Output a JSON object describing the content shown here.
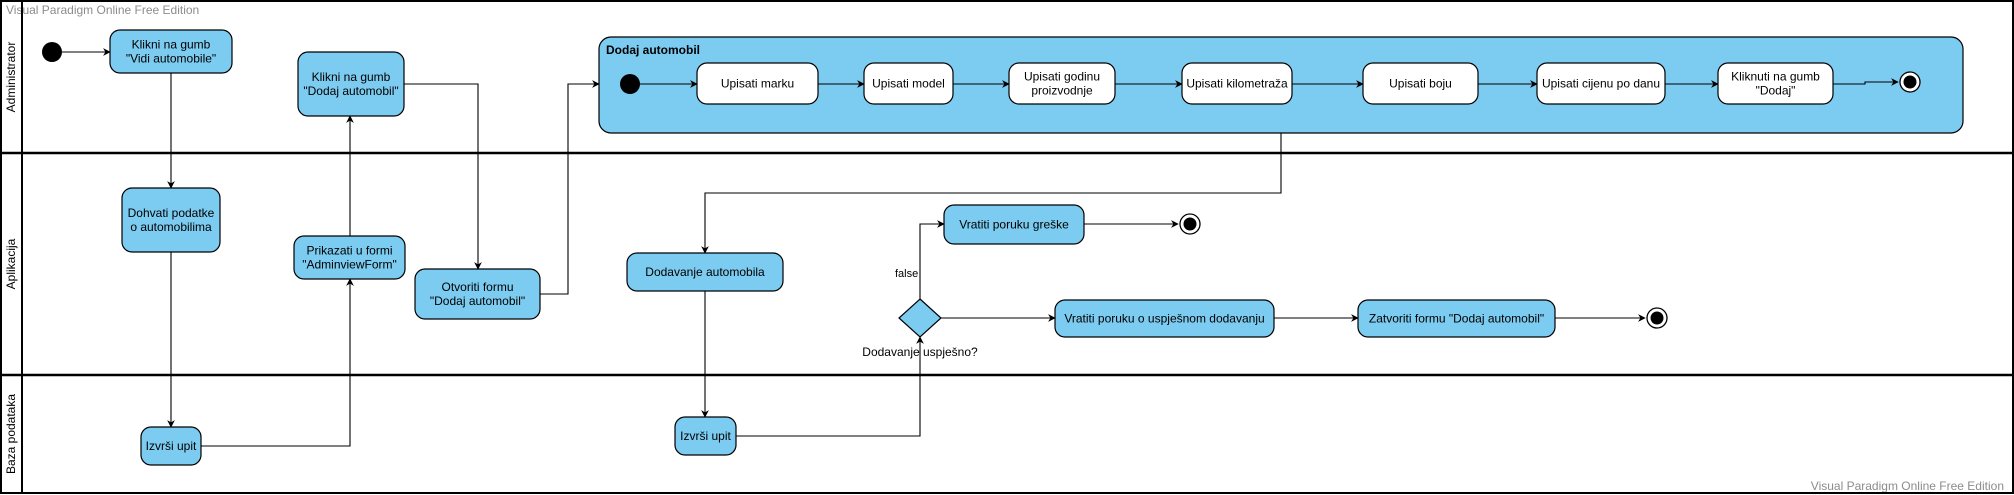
{
  "watermarks": {
    "top": "Visual Paradigm Online Free Edition",
    "bottom": "Visual Paradigm Online Free Edition"
  },
  "colors": {
    "action_fill": "#7ccbf0",
    "region_fill": "#7ccbf0",
    "inner_action_fill": "#ffffff",
    "stroke": "#000000",
    "lane_border": "#000000",
    "node": "#000000"
  },
  "lanes": {
    "administrator": "Administrator",
    "aplikacija": "Aplikacija",
    "baza": "Baza podataka"
  },
  "actions": {
    "vidi_automobile": [
      "Klikni na gumb",
      "\"Vidi automobile\""
    ],
    "dodaj_automobil_klik": [
      "Klikni na gumb",
      "\"Dodaj automobil\""
    ],
    "dohvati_podatke": [
      "Dohvati podatke",
      "o automobilima"
    ],
    "prikazati_formi": [
      "Prikazati u formi",
      "\"AdminviewForm\""
    ],
    "otvoriti_formu": [
      "Otvoriti formu",
      "\"Dodaj automobil\""
    ],
    "izvrsi_upit_1": [
      "Izvrši upit"
    ],
    "dodavanje_automobila": [
      "Dodavanje automobila"
    ],
    "izvrsi_upit_2": [
      "Izvrši upit"
    ],
    "vratiti_gresku": [
      "Vratiti poruku greške"
    ],
    "vratiti_uspjeh": [
      "Vratiti poruku o uspješnom dodavanju"
    ],
    "zatvoriti_formu": [
      "Zatvoriti formu \"Dodaj automobil\""
    ]
  },
  "region": {
    "title": "Dodaj automobil",
    "steps": {
      "marka": [
        "Upisati marku"
      ],
      "model": [
        "Upisati model"
      ],
      "godina": [
        "Upisati godinu",
        "proizvodnje"
      ],
      "kilometraza": [
        "Upisati kilometraža"
      ],
      "boja": [
        "Upisati boju"
      ],
      "cijena": [
        "Upisati cijenu po danu"
      ],
      "dodaj": [
        "Kliknuti na gumb",
        "\"Dodaj\""
      ]
    }
  },
  "decision": {
    "label": "Dodavanje uspješno?",
    "false_label": "false"
  }
}
